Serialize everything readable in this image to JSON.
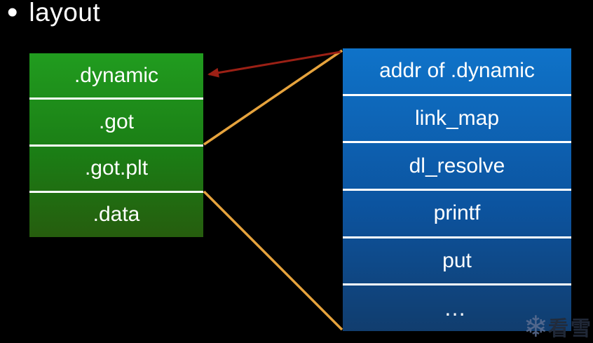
{
  "title": {
    "bullet": "•",
    "text": "layout"
  },
  "left_column": {
    "items": [
      {
        "label": ".dynamic"
      },
      {
        "label": ".got"
      },
      {
        "label": ".got.plt"
      },
      {
        "label": ".data"
      }
    ]
  },
  "right_column": {
    "items": [
      {
        "label": "addr of .dynamic"
      },
      {
        "label": "link_map"
      },
      {
        "label": "dl_resolve"
      },
      {
        "label": "printf"
      },
      {
        "label": "put"
      },
      {
        "label": "…"
      }
    ]
  },
  "connectors": [
    {
      "id": "red-arrow",
      "style": "arrow",
      "from": "top-left corner of right column (addr of .dynamic)",
      "to": ".dynamic box",
      "color": "#9b2015"
    },
    {
      "id": "orange-line-top",
      "style": "line",
      "from": "top-left corner of right column (addr of .dynamic)",
      "to": ".got / .got.plt boundary",
      "color": "#e6a33d"
    },
    {
      "id": "orange-line-bottom",
      "style": "line",
      "from": ".got.plt / .data boundary",
      "to": "bottom-left corner of right column (…)",
      "color": "#e6a33d"
    }
  ],
  "watermark": {
    "snowflake": "❄",
    "text": "看雪"
  },
  "colors": {
    "background": "#000000",
    "text": "#ffffff",
    "green_gradient_top": "#219c1f",
    "green_gradient_bottom": "#265d0e",
    "blue_gradient_top": "#0f73c9",
    "blue_gradient_bottom": "#113d6e",
    "separator": "#ffffff",
    "arrow_red": "#9b2015",
    "arrow_orange": "#e6a33d"
  }
}
